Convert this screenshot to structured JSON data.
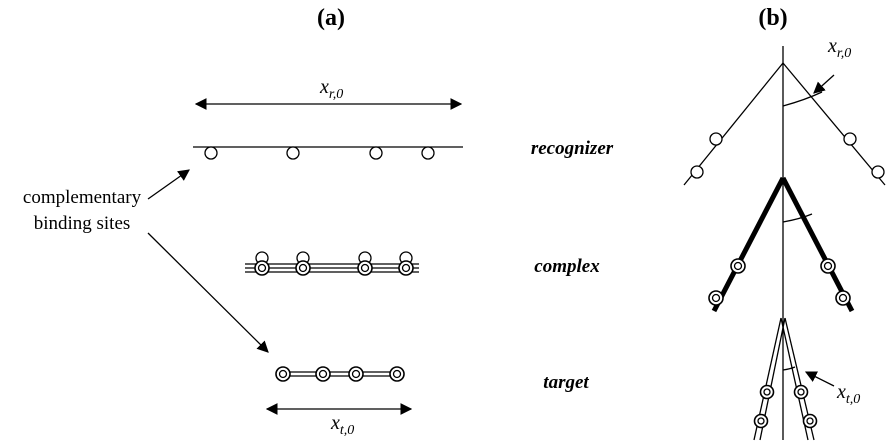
{
  "panels": {
    "a": "(a)",
    "b": "(b)"
  },
  "labels": {
    "recognizer": "recognizer",
    "complex": "complex",
    "target": "target",
    "complementary_line1": "complementary",
    "complementary_line2": "binding sites"
  },
  "math": {
    "x_r0_a": {
      "base": "x",
      "sub": "r,0"
    },
    "x_t0_a": {
      "base": "x",
      "sub": "t,0"
    },
    "x_r0_b": {
      "base": "x",
      "sub": "r,0"
    },
    "x_t0_b": {
      "base": "x",
      "sub": "t,0"
    }
  }
}
